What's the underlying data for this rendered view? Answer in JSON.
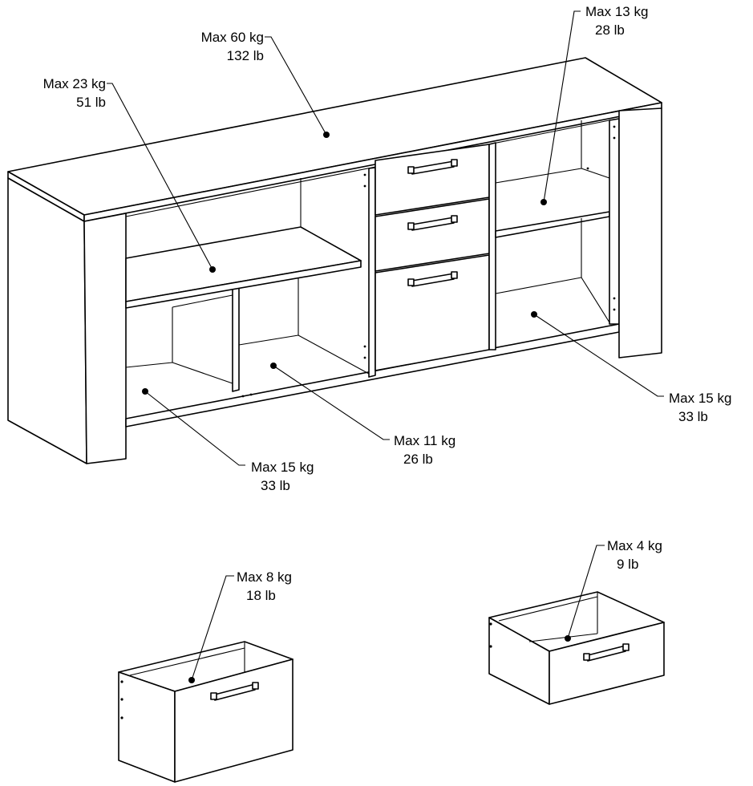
{
  "load_labels": [
    {
      "id": "top",
      "kg": "Max 60 kg",
      "lb": "132 lb"
    },
    {
      "id": "left-upper-shelf",
      "kg": "Max 23 kg",
      "lb": "51 lb"
    },
    {
      "id": "right-upper-shelf",
      "kg": "Max 13 kg",
      "lb": "28 lb"
    },
    {
      "id": "right-bottom-shelf",
      "kg": "Max 15 kg",
      "lb": "33 lb"
    },
    {
      "id": "center-bottom-shelf",
      "kg": "Max 11 kg",
      "lb": "26 lb"
    },
    {
      "id": "left-bottom-shelf",
      "kg": "Max 15 kg",
      "lb": "33 lb"
    },
    {
      "id": "large-drawer",
      "kg": "Max 8 kg",
      "lb": "18 lb"
    },
    {
      "id": "small-drawer",
      "kg": "Max 4 kg",
      "lb": "9 lb"
    }
  ]
}
